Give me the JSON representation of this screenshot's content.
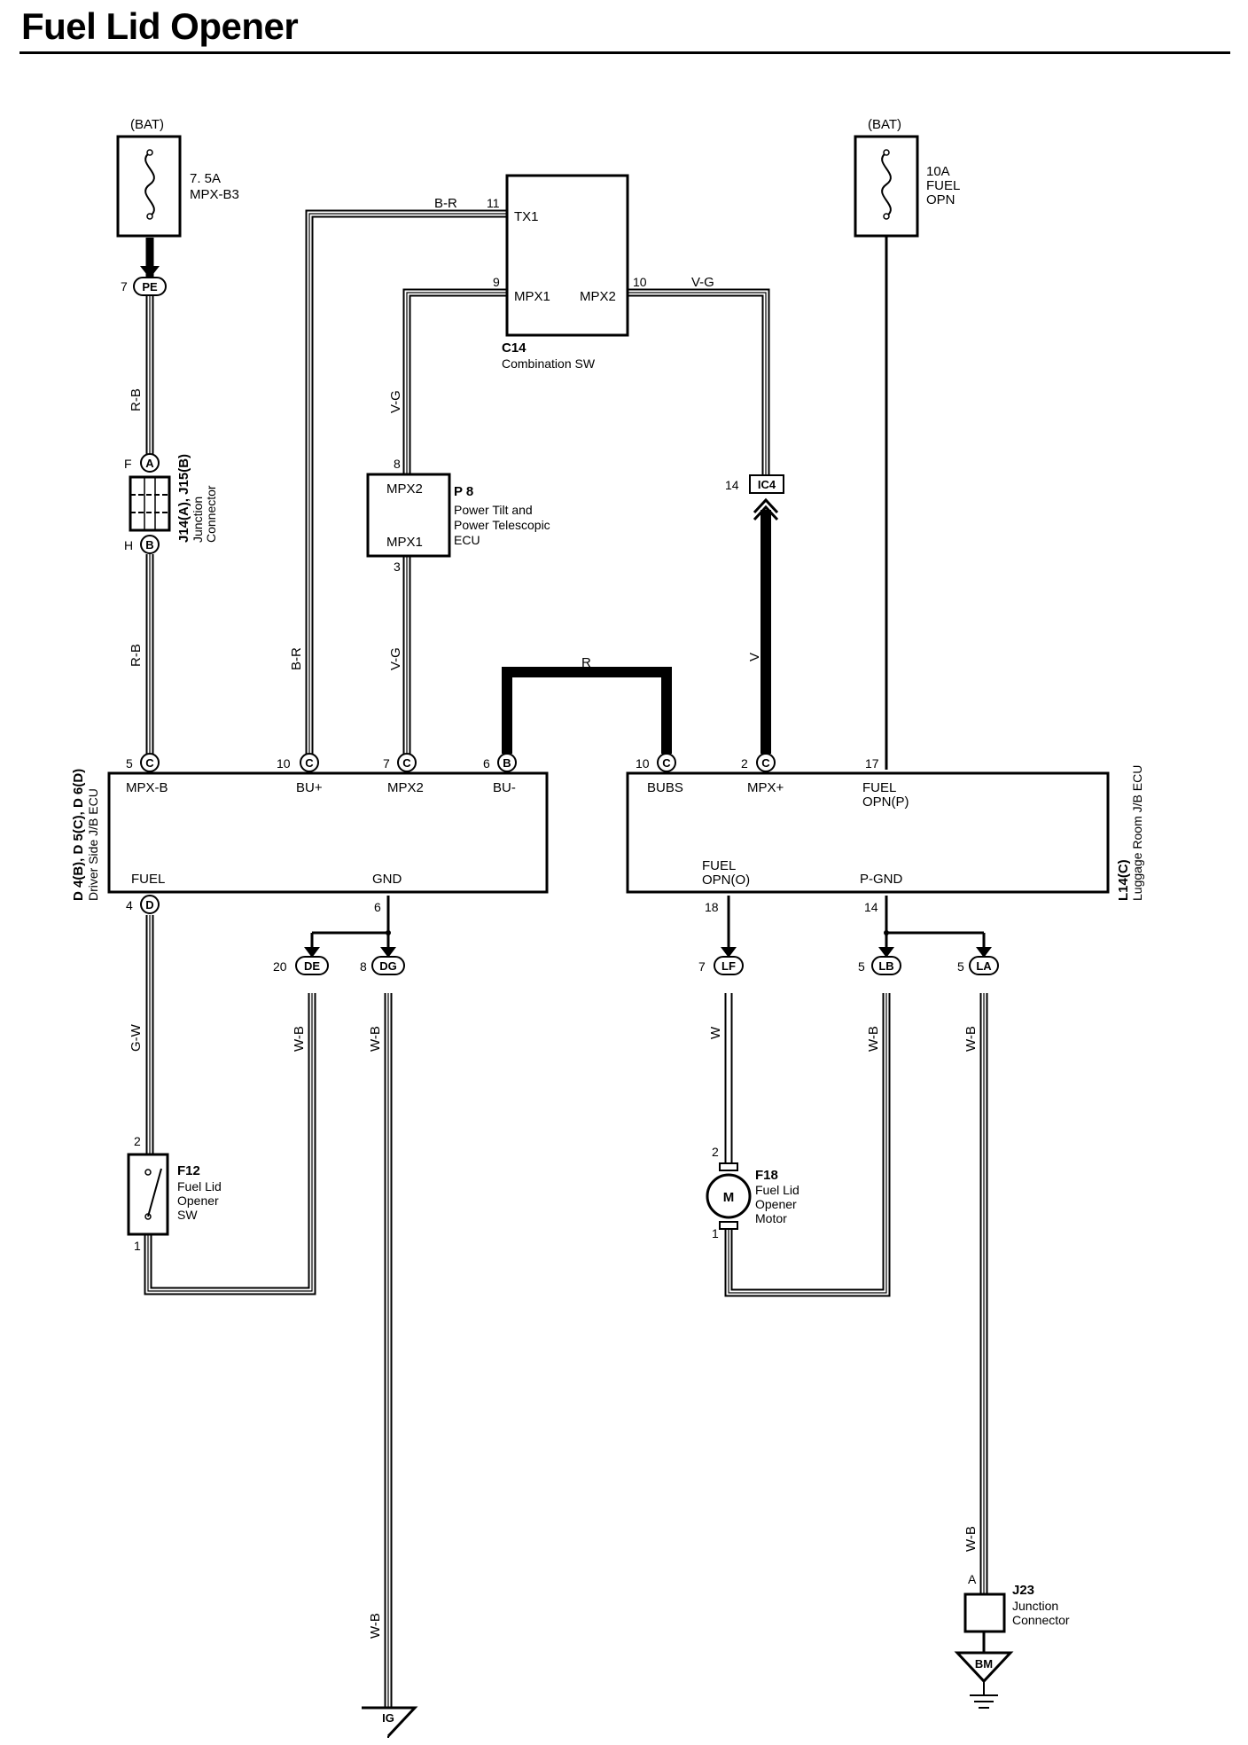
{
  "title": "Fuel Lid Opener",
  "power": {
    "left_bat": "(BAT)",
    "left_fuse_amp": "7. 5A",
    "left_fuse_name": "MPX-B3",
    "right_bat": "(BAT)",
    "right_fuse_amp": "10A",
    "right_fuse_name_1": "FUEL",
    "right_fuse_name_2": "OPN"
  },
  "wires": {
    "r_b": "R-B",
    "b_r": "B-R",
    "v_g": "V-G",
    "v": "V",
    "r": "R",
    "g_w": "G-W",
    "w_b": "W-B",
    "w": "W"
  },
  "connectors": {
    "pe": "PE",
    "a": "A",
    "b": "B",
    "c": "C",
    "d": "D",
    "de": "DE",
    "dg": "DG",
    "lf": "LF",
    "lb": "LB",
    "la": "LA",
    "ic4": "IC4",
    "ig": "IG",
    "bm": "BM"
  },
  "pins": {
    "p7": "7",
    "pF": "F",
    "pH": "H",
    "p11": "11",
    "p9": "9",
    "p10": "10",
    "p8": "8",
    "p3": "3",
    "p14": "14",
    "p5": "5",
    "p6": "6",
    "p2": "2",
    "p17": "17",
    "p4": "4",
    "p18": "18",
    "p20": "20",
    "p1": "1",
    "pA": "A"
  },
  "combination_sw": {
    "id": "C14",
    "name": "Combination SW",
    "tx1": "TX1",
    "mpx1": "MPX1",
    "mpx2": "MPX2"
  },
  "p8_ecu": {
    "id": "P 8",
    "line1": "Power Tilt and",
    "line2": "Power Telescopic",
    "line3": "ECU",
    "mpx2": "MPX2",
    "mpx1": "MPX1"
  },
  "junction_j14": {
    "id": "J14(A), J15(B)",
    "line1": "Junction",
    "line2": "Connector"
  },
  "driver_jb": {
    "ids": "D 4(B), D 5(C), D 6(D)",
    "name": "Driver Side J/B ECU",
    "mpx_b": "MPX-B",
    "bu_plus": "BU+",
    "mpx2": "MPX2",
    "bu_minus": "BU-",
    "fuel": "FUEL",
    "gnd": "GND"
  },
  "luggage_jb": {
    "id": "L14(C)",
    "name": "Luggage Room J/B ECU",
    "bubs": "BUBS",
    "mpx_plus": "MPX+",
    "fuel_opn_p_1": "FUEL",
    "fuel_opn_p_2": "OPN(P)",
    "fuel_opn_o_1": "FUEL",
    "fuel_opn_o_2": "OPN(O)",
    "p_gnd": "P-GND"
  },
  "f12": {
    "id": "F12",
    "line1": "Fuel Lid",
    "line2": "Opener",
    "line3": "SW"
  },
  "f18": {
    "id": "F18",
    "motor_symbol": "M",
    "line1": "Fuel Lid",
    "line2": "Opener",
    "line3": "Motor"
  },
  "j23": {
    "id": "J23",
    "line1": "Junction",
    "line2": "Connector"
  }
}
